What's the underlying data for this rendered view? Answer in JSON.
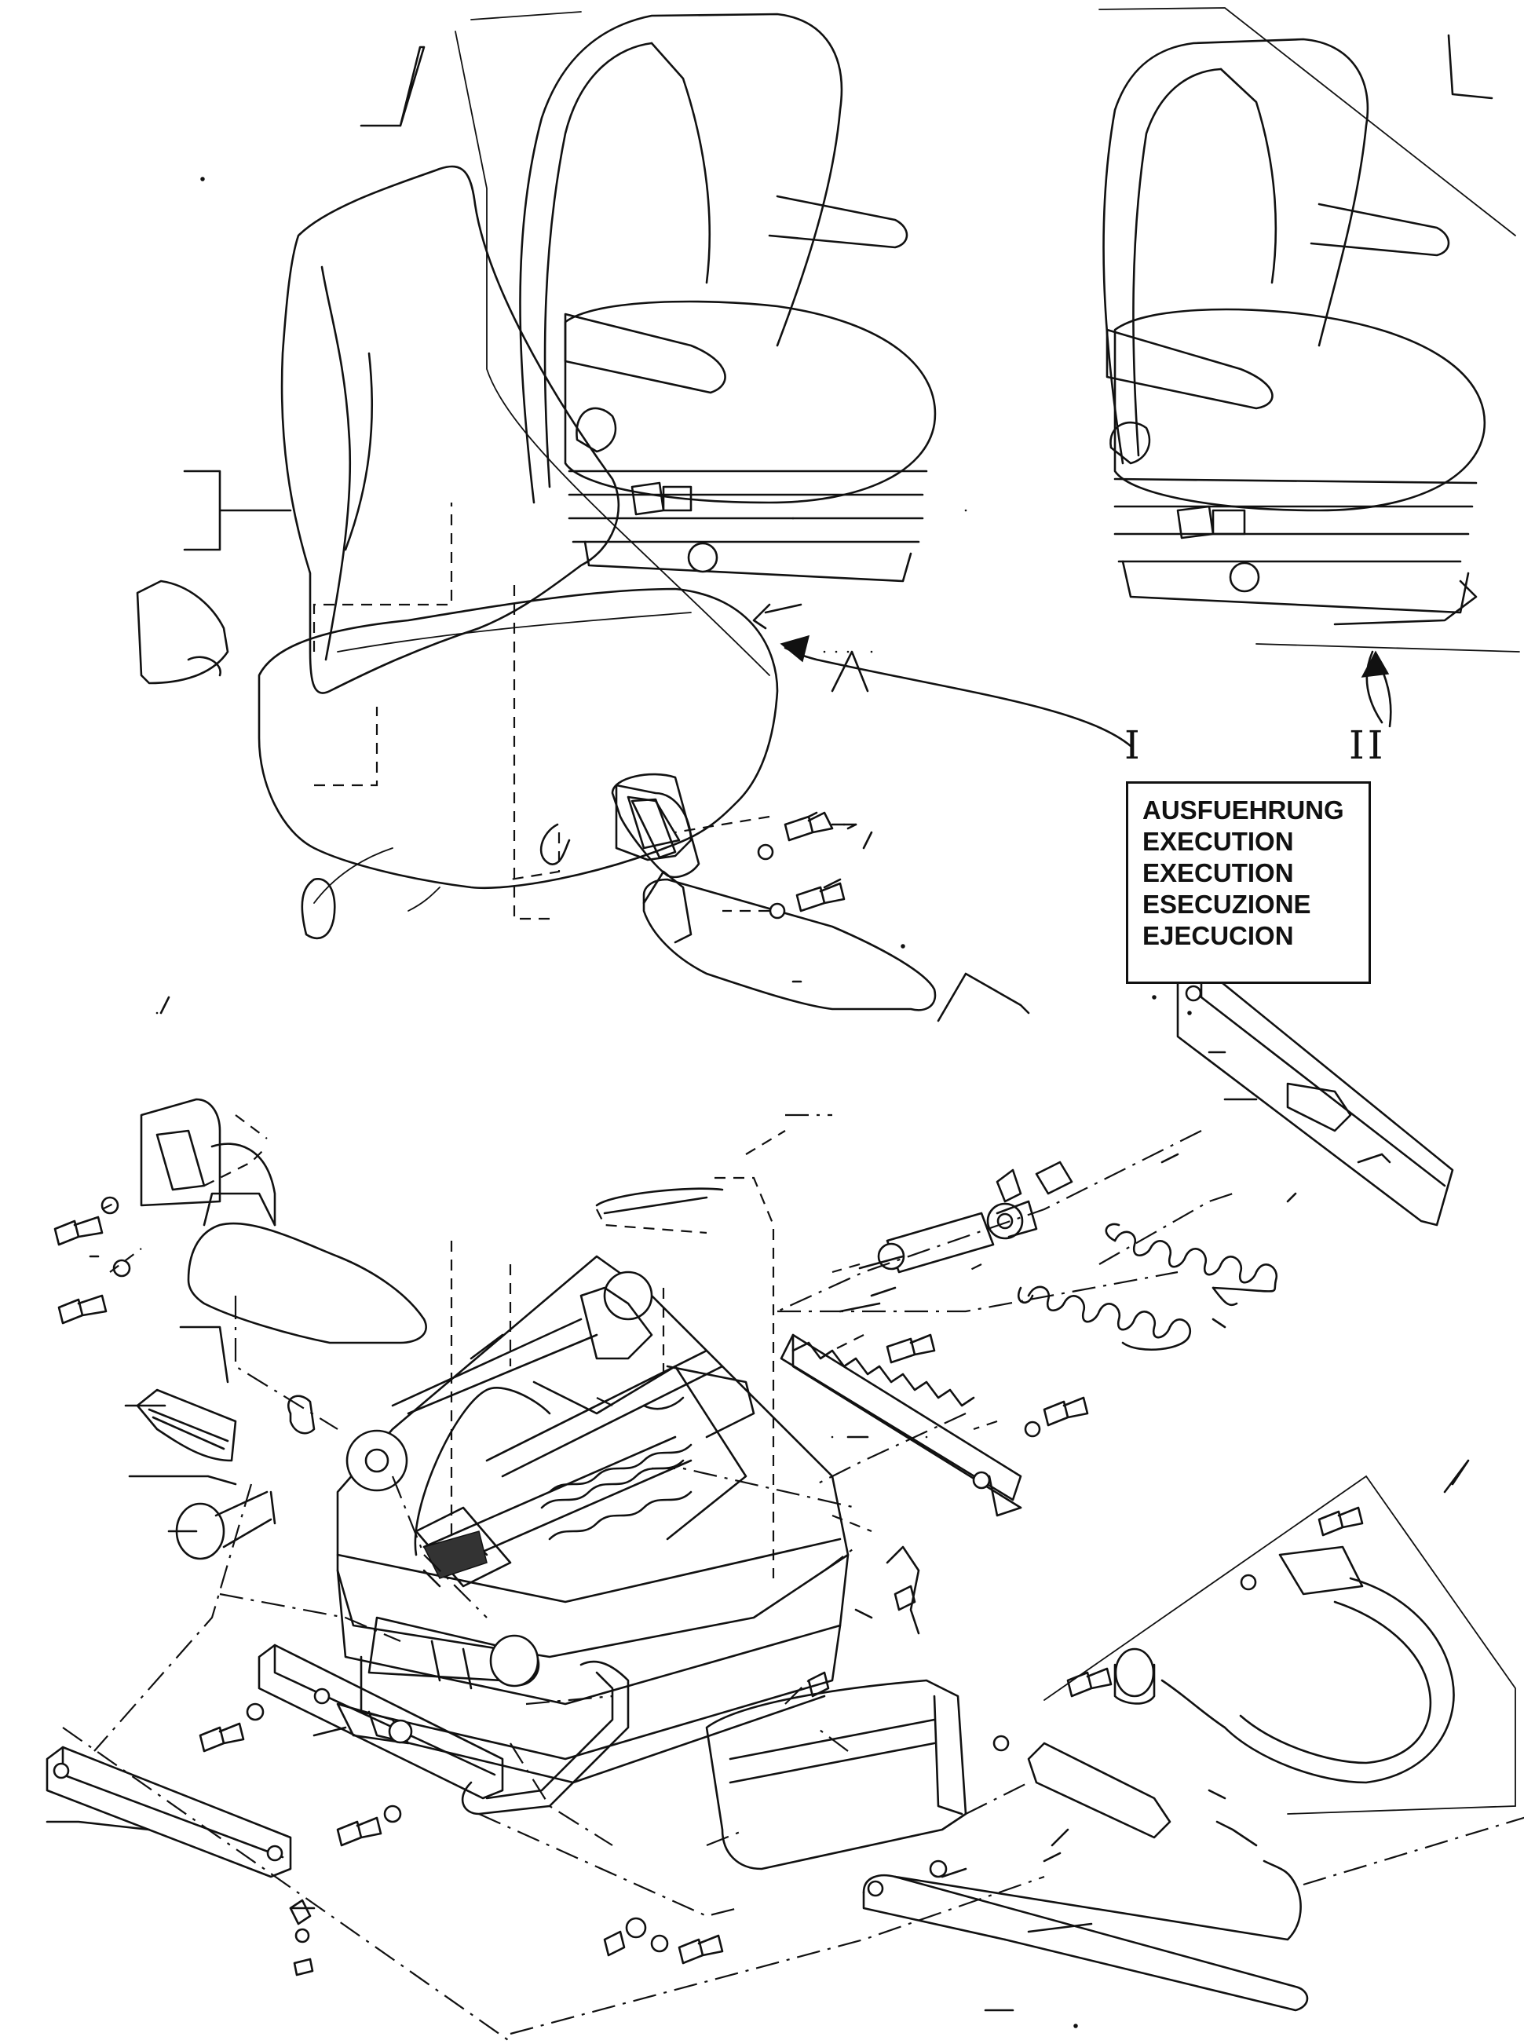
{
  "legend": {
    "lines": [
      "AUSFUEHRUNG",
      "EXECUTION",
      "EXECUTION",
      "ESECUZIONE",
      "EJECUCION"
    ]
  },
  "variants": {
    "first": "I",
    "second": "II"
  },
  "colors": {
    "ink": "#111111",
    "paper": "#ffffff"
  }
}
